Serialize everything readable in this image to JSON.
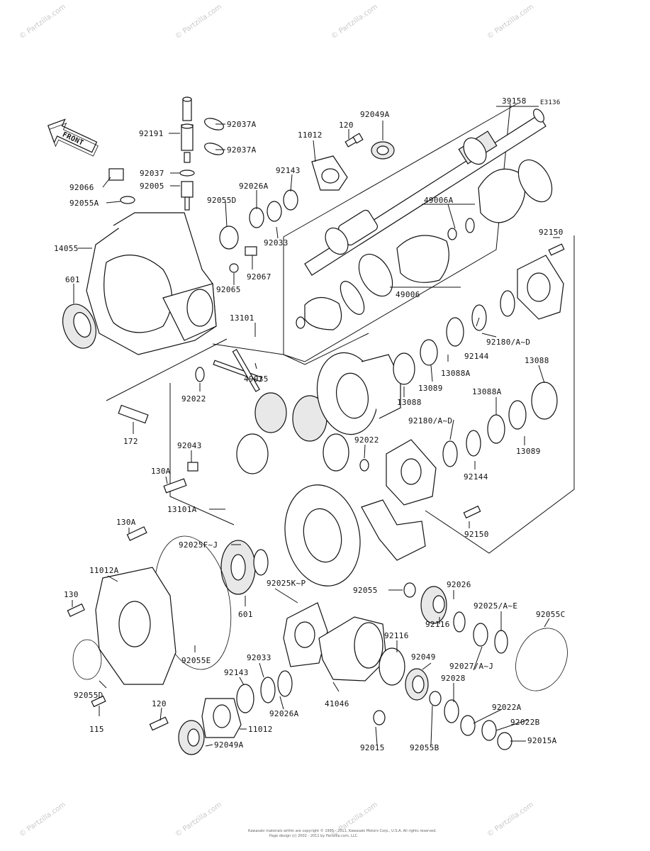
{
  "diagram_code": "E3136",
  "front_label": "FRONT",
  "watermark": "© Partzilla.com",
  "copyright": "Kawasaki materials within are copyright © 1995 - 2011, Kawasaki Motors Corp., U.S.A. All rights reserved.",
  "copyright2": "Page design (c) 2002 - 2011 by Partzilla.com, LLC.",
  "parts": {
    "p39158": "39158",
    "p92049A_top": "92049A",
    "p120_top": "120",
    "p11012_top": "11012",
    "p92191": "92191",
    "p92037A_a": "92037A",
    "p92037A_b": "92037A",
    "p92037": "92037",
    "p92005": "92005",
    "p92066": "92066",
    "p92055A": "92055A",
    "p92143_top": "92143",
    "p92026A_top": "92026A",
    "p92055D_top": "92055D",
    "p49006A": "49006A",
    "p92033_top": "92033",
    "p92067": "92067",
    "p92065": "92065",
    "p14055": "14055",
    "p601_top": "601",
    "p49006": "49006",
    "p92150_top": "92150",
    "p13101": "13101",
    "p92180_top": "92180/A~D",
    "p92144_top": "92144",
    "p13088A_top": "13088A",
    "p49035": "49035",
    "p92022_a": "92022",
    "p13089_top": "13089",
    "p13088_right": "13088",
    "p13088_mid": "13088",
    "p13088A_mid": "13088A",
    "p172": "172",
    "p92180_mid": "92180/A~D",
    "p13089_mid": "13089",
    "p92022_b": "92022",
    "p92043": "92043",
    "p92144_mid": "92144",
    "p130A_a": "130A",
    "p13101A": "13101A",
    "p92150_bot": "92150",
    "p130A_b": "130A",
    "p92025FJ": "92025F~J",
    "p11012A": "11012A",
    "p92025KP": "92025K~P",
    "p92055_bot": "92055",
    "p92026_bot": "92026",
    "p130": "130",
    "p601_bot": "601",
    "p92025AE": "92025/A~E",
    "p92055C": "92055C",
    "p92116_a": "92116",
    "p92116_b": "92116",
    "p92055E": "92055E",
    "p92049_bot": "92049",
    "p92027": "92027/A~J",
    "p92033_bot": "92033",
    "p92143_bot": "92143",
    "p92028": "92028",
    "p92055D_bot": "92055D",
    "p41046": "41046",
    "p92022A": "92022A",
    "p120_bot": "120",
    "p92026A_bot": "92026A",
    "p92022B": "92022B",
    "p115": "115",
    "p11012_bot": "11012",
    "p92015": "92015",
    "p92055B": "92055B",
    "p92015A": "92015A",
    "p92049A_bot": "92049A"
  }
}
